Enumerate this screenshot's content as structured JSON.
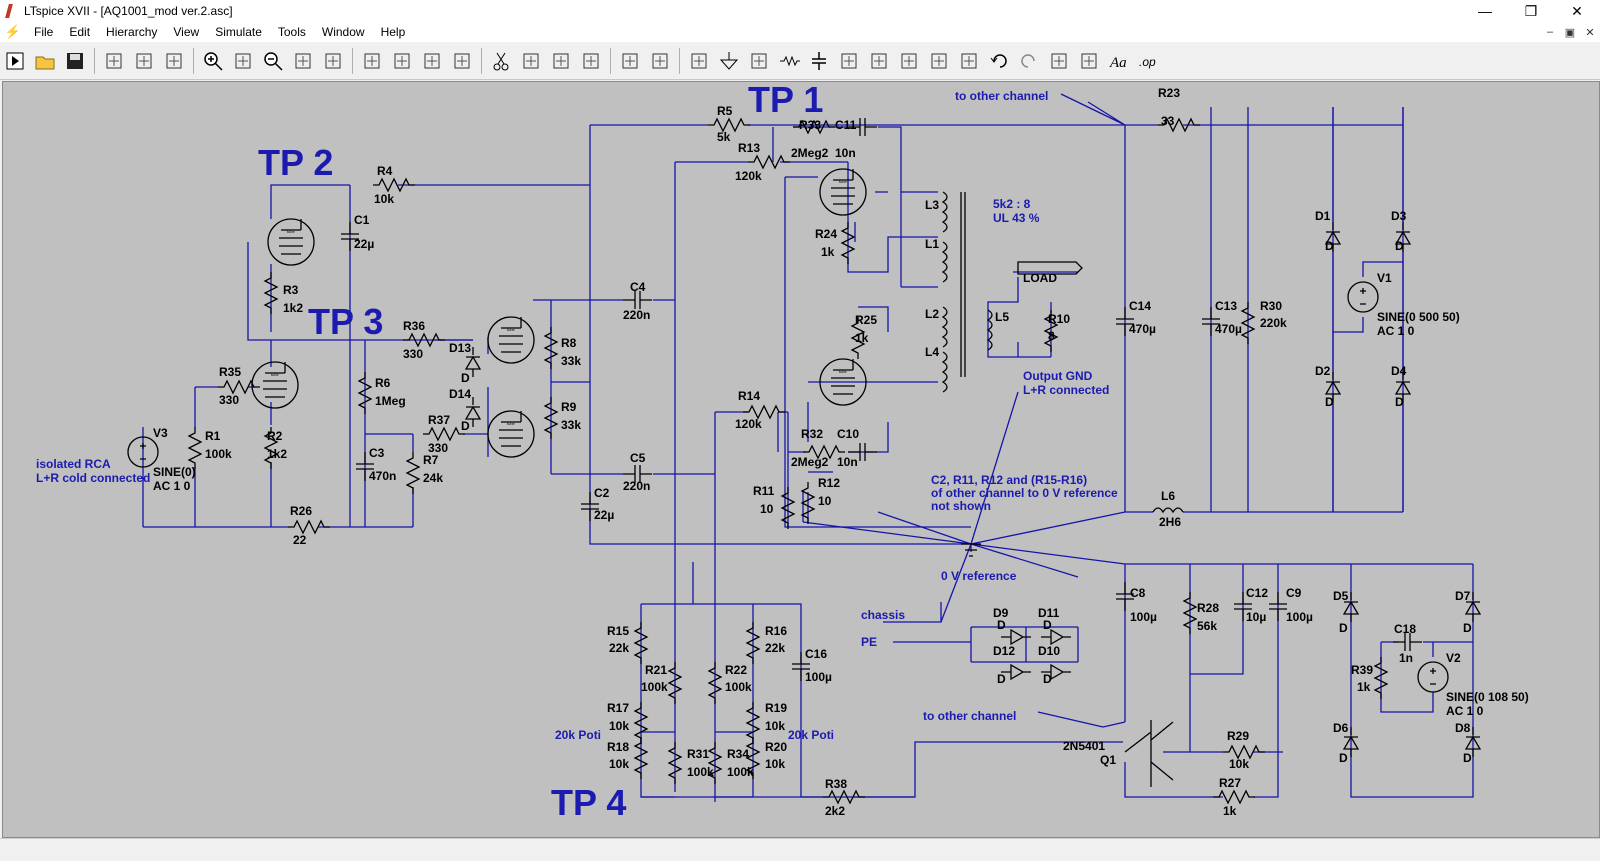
{
  "window": {
    "app_icon": "ltspice-icon",
    "title": "LTspice XVII - [AQ1001_mod ver.2.asc]"
  },
  "menu": {
    "items": [
      "File",
      "Edit",
      "Hierarchy",
      "View",
      "Simulate",
      "Tools",
      "Window",
      "Help"
    ]
  },
  "toolbar": {
    "icons": [
      "run-icon",
      "open-icon",
      "save-icon",
      "control-panel-icon",
      "pick-icon",
      "halt-icon",
      "zoom-in-icon",
      "pan-icon",
      "zoom-out-icon",
      "zoom-full-icon",
      "autorange-icon",
      "visible-traces-icon",
      "tile-vertical-icon",
      "tile-horizontal-icon",
      "cascade-icon",
      "cut-icon",
      "copy-icon",
      "paste-icon",
      "find-icon",
      "print-icon",
      "print-setup-icon",
      "draw-wire-icon",
      "ground-icon",
      "label-net-icon",
      "resistor-icon",
      "capacitor-icon",
      "inductor-icon",
      "diode-icon",
      "component-icon",
      "move-icon",
      "drag-icon",
      "undo-icon",
      "redo-icon",
      "rotate-icon",
      "mirror-icon",
      "text-icon",
      "spice-directive-icon"
    ]
  },
  "schematic": {
    "tp_labels": [
      "TP 1",
      "TP 2",
      "TP 3",
      "TP 4"
    ],
    "notes": {
      "to_other_channel_top": "to other channel",
      "to_other_channel_bottom": "to other channel",
      "transformer": [
        "5k2 : 8",
        "UL 43 %"
      ],
      "output_gnd": [
        "Output GND",
        "L+R connected"
      ],
      "isolated_rca": [
        "isolated RCA",
        "L+R cold connected"
      ],
      "ref_note": [
        "C2, R11, R12 and (R15-R16)",
        "of other channel to 0 V reference",
        "not shown"
      ],
      "zero_ref": "0 V reference",
      "chassis": "chassis",
      "pe": "PE",
      "poti_left": "20k Poti",
      "poti_right": "20k Poti",
      "load": "LOAD"
    },
    "components": [
      {
        "ref": "R5",
        "value": "5k"
      },
      {
        "ref": "R33",
        "value": "2Meg2"
      },
      {
        "ref": "C11",
        "value": "10n"
      },
      {
        "ref": "R13",
        "value": "120k"
      },
      {
        "ref": "R4",
        "value": "10k"
      },
      {
        "ref": "C1",
        "value": "22µ"
      },
      {
        "ref": "R24",
        "value": "1k"
      },
      {
        "ref": "R3",
        "value": "1k2"
      },
      {
        "ref": "R36",
        "value": "330"
      },
      {
        "ref": "C4",
        "value": "220n"
      },
      {
        "ref": "R8",
        "value": "33k"
      },
      {
        "ref": "R9",
        "value": "33k"
      },
      {
        "ref": "D13",
        "value": "D"
      },
      {
        "ref": "D14",
        "value": "D"
      },
      {
        "ref": "R6",
        "value": "1Meg"
      },
      {
        "ref": "R37",
        "value": "330"
      },
      {
        "ref": "R35",
        "value": "330"
      },
      {
        "ref": "R1",
        "value": "100k"
      },
      {
        "ref": "R2",
        "value": "1k2"
      },
      {
        "ref": "V3",
        "value": "SINE(0)"
      },
      {
        "ref": "V3_ac",
        "value": "AC 1 0"
      },
      {
        "ref": "C3",
        "value": "470n"
      },
      {
        "ref": "R7",
        "value": "24k"
      },
      {
        "ref": "C5",
        "value": "220n"
      },
      {
        "ref": "C2",
        "value": "22µ"
      },
      {
        "ref": "R26",
        "value": "22"
      },
      {
        "ref": "R25",
        "value": "1k"
      },
      {
        "ref": "R14",
        "value": "120k"
      },
      {
        "ref": "R32",
        "value": "2Meg2"
      },
      {
        "ref": "C10",
        "value": "10n"
      },
      {
        "ref": "R11",
        "value": "10"
      },
      {
        "ref": "R12",
        "value": "10"
      },
      {
        "ref": "L3",
        "value": ""
      },
      {
        "ref": "L1",
        "value": ""
      },
      {
        "ref": "L2",
        "value": ""
      },
      {
        "ref": "L4",
        "value": ""
      },
      {
        "ref": "L5",
        "value": ""
      },
      {
        "ref": "R10",
        "value": "8"
      },
      {
        "ref": "R23",
        "value": "33"
      },
      {
        "ref": "C14",
        "value": "470µ"
      },
      {
        "ref": "C13",
        "value": "470µ"
      },
      {
        "ref": "R30",
        "value": "220k"
      },
      {
        "ref": "D1",
        "value": "D"
      },
      {
        "ref": "D3",
        "value": "D"
      },
      {
        "ref": "D2",
        "value": "D"
      },
      {
        "ref": "D4",
        "value": "D"
      },
      {
        "ref": "V1",
        "value": "SINE(0 500 50)"
      },
      {
        "ref": "V1_ac",
        "value": "AC 1 0"
      },
      {
        "ref": "L6",
        "value": "2H6"
      },
      {
        "ref": "R15",
        "value": "22k"
      },
      {
        "ref": "R16",
        "value": "22k"
      },
      {
        "ref": "R21",
        "value": "100k"
      },
      {
        "ref": "R22",
        "value": "100k"
      },
      {
        "ref": "C16",
        "value": "100µ"
      },
      {
        "ref": "R17",
        "value": "10k"
      },
      {
        "ref": "R19",
        "value": "10k"
      },
      {
        "ref": "R18",
        "value": "10k"
      },
      {
        "ref": "R20",
        "value": "10k"
      },
      {
        "ref": "R31",
        "value": "100k"
      },
      {
        "ref": "R34",
        "value": "100k"
      },
      {
        "ref": "R38",
        "value": "2k2"
      },
      {
        "ref": "D9",
        "value": "D"
      },
      {
        "ref": "D11",
        "value": "D"
      },
      {
        "ref": "D12",
        "value": "D"
      },
      {
        "ref": "D10",
        "value": "D"
      },
      {
        "ref": "C8",
        "value": "100µ"
      },
      {
        "ref": "R28",
        "value": "56k"
      },
      {
        "ref": "C12",
        "value": "10µ"
      },
      {
        "ref": "C9",
        "value": "100µ"
      },
      {
        "ref": "Q1",
        "value": "2N5401"
      },
      {
        "ref": "R29",
        "value": "10k"
      },
      {
        "ref": "R27",
        "value": "1k"
      },
      {
        "ref": "D5",
        "value": "D"
      },
      {
        "ref": "D7",
        "value": "D"
      },
      {
        "ref": "C18",
        "value": "1n"
      },
      {
        "ref": "R39",
        "value": "1k"
      },
      {
        "ref": "V2",
        "value": "SINE(0 108 50)"
      },
      {
        "ref": "V2_ac",
        "value": "AC 1 0"
      },
      {
        "ref": "D6",
        "value": "D"
      },
      {
        "ref": "D8",
        "value": "D"
      }
    ]
  }
}
